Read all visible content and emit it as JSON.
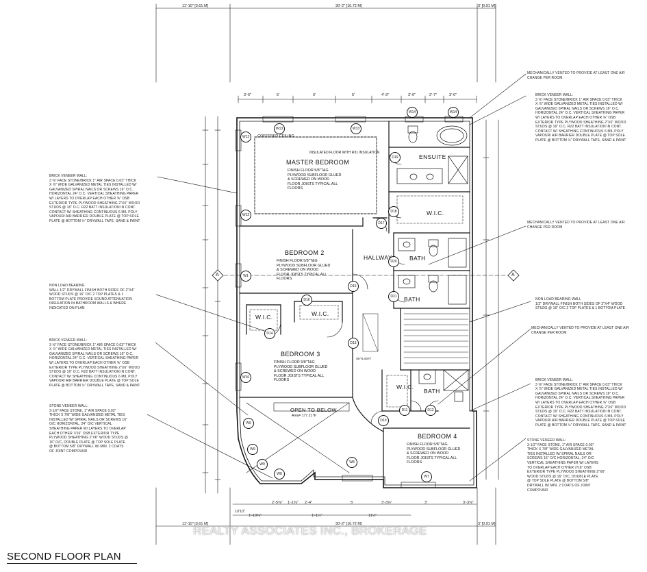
{
  "title": "SECOND FLOOR PLAN",
  "watermark": "REALTY ASSOCIATES INC., BROKERAGE",
  "rooms": {
    "master": {
      "name": "MASTER BEDROOM",
      "floor": "FINISH FLOOR 5/8\"T&G\nPLYWOOD SUBFLOOR GLUED\n& SCREWED ON WOOD\nFLOOR JOISTS TYPICAL ALL\nFLOORS"
    },
    "bedroom2": {
      "name": "BEDROOM 2",
      "floor": "FINISH FLOOR 5/8\"T&G\nPLYWOOD SUBFLOOR GLUED\n& SCREWED ON WOOD\nFLOOR JOISTS TYPICAL ALL\nFLOORS"
    },
    "bedroom3": {
      "name": "BEDROOM 3",
      "floor": "FINISH FLOOR 5/8\"T&G\nPLYWOOD SUBFLOOR GLUED\n& SCREWED ON WOOD\nFLOOR JOISTS TYPICAL ALL\nFLOORS"
    },
    "bedroom4": {
      "name": "BEDROOM 4",
      "floor": "FINISH FLOOR 5/8\"T&G\nPLYWOOD SUBFLOOR GLUED\n& SCREWED ON WOOD\nFLOOR JOISTS TYPICAL ALL\nFLOORS"
    }
  },
  "labels": {
    "ensuite": "ENSUITE",
    "wic_master": "W.I.C.",
    "hallway": "HALLWAY",
    "bath1": "BATH",
    "bath2": "BATH",
    "bath3": "BATH",
    "wic_b3a": "W.I.C.",
    "wic_b3b": "W.I.C.",
    "wic_b4": "W.I.C.",
    "open_to_below": "OPEN TO BELOW",
    "open_area": "Area= 177.21 ft²",
    "coffered": "COFFERED CEILING",
    "insulated_floor": "INSULATED FLOOR WITH R31 INSULATION",
    "skylight": "SKYLIGHT"
  },
  "notes": {
    "left_brick_top": "BRICK VENEER WALL:\n3 ⅝\" FACE STONE/BRICK 1\" AIR SPACE 0.03\" THICK\nX ⅞\" WIDE GALVANIZED METAL TIES INSTALLED W/\nGALVANIZED SPIRAL NAILS OR SCREWS 16\" O.C.\nHORIZONTAL 24\" O.C. VERTICAL SHEATHING PAPER\nW/ LAYERS TO OVERLAP EACH OTHER ⅜\" OSB\nEXTERIOR TYPE PLYWOOD SHEATHING 2\"X6\" WOOD\nSTUDS @ 16\" O.C. R22 BATT INSULATION IN CONT.\nCONTACT W/ SHEATHING CONTINUOUS 6 MIL POLY\nVAPOUR/ AIR BARRIER DOUBLE PLATE @ TOP SOLE\nPLATE @ BOTTOM ½\" DRYWALL TAPE, SAND & PAINT",
    "left_nonload": "NON LOAD BEARING\nWALL 1/2\" DRYWALL FINISH BOTH SIDES OF 2\"X4\"\nWOOD STUDS @ 16\" O/C 2 TOP PLATES & 1\nBOTTOM PLATE PROVIDE SOUND ATTENUATION\nINSULATION IN BATHROOM WALLS & WHERE\nINDICATED ON PLAN",
    "left_brick_mid": "BRICK VENEER WALL:\n3 ⅝\" FACE STONE/BRICK 1\" AIR SPACE 0.03\" THICK\nX ⅞\" WIDE GALVANIZED METAL TIES INSTALLED W/\nGALVANIZED SPIRAL NAILS OR SCREWS 16\" O.C.\nHORIZONTAL 24\" O.C. VERTICAL SHEATHING PAPER\nW/ LAYERS TO OVERLAP EACH OTHER ⅜\" OSB\nEXTERIOR TYPE PLYWOOD SHEATHING 2\"X6\" WOOD\nSTUDS @ 16\" O.C. R22 BATT INSULATION IN CONT.\nCONTACT W/ SHEATHING CONTINUOUS 6 MIL POLY\nVAPOUR/ AIR BARRIER DOUBLE PLATE @ TOP SOLE\nPLATE @ BOTTOM ½\" DRYWALL TAPE, SAND & PAINT",
    "left_stone": "STONE VENEER WALL:\n3-1/2\" FACE STONE, 1\" AIR SPACE 0.03\"\nTHICK X 7/8\" WIDE GALVANIZED METAL TIES\nINSTALLED W/ SPIRAL NAILS OR SCREWS 16\"\nO/C HORIZONTAL, 24\" O/C VERTICAL\nSHEATHING PAPER W/ LAYERS TO OVERLAP\nEACH OTHER 7/16\" OSB EXTERIOR TYPE\nPLYWOOD SHEATHING 2\"X6\" WOOD STUDS @\n16\" O/C, DOUBLE PLATE @ TOP SOLE PLATE\n@ BOTTOM 5/8\" DRYWALL W/ MIN. 2 COATS\nOF JOINT COMPOUND",
    "right_vent1": "MECHANICALLY VENTED TO PROVIDE AT LEAST ONE AIR\nCHANGE PER ROOM",
    "right_brick_top": "BRICK VENEER WALL:\n3 ⅝\" FACE STONE/BRICK 1\" AIR SPACE 0.03\" THICK\nX ⅞\" WIDE GALVANIZED METAL TIES INSTALLED W/\nGALVANIZED SPIRAL NAILS OR SCREWS 16\" O.C.\nHORIZONTAL 24\" O.C. VERTICAL SHEATHING PAPER\nW/ LAYERS TO OVERLAP EACH OTHER ⅜\" OSB\nEXTERIOR TYPE PLYWOOD SHEATHING 2\"X6\" WOOD\nSTUDS @ 16\" O.C. R22 BATT INSULATION IN CONT.\nCONTACT W/ SHEATHING CONTINUOUS 6 MIL POLY\nVAPOUR/ AIR BARRIER DOUBLE PLATE @ TOP SOLE\nPLATE @ BOTTOM ½\" DRYWALL TAPE, SAND & PAINT",
    "right_vent2": "MECHANICALLY VENTED TO PROVIDE AT LEAST ONE AIR\nCHANGE PER ROOM",
    "right_nonload": "NON LOAD BEARING WALL\n1/2\" DRYWALL FINISH BOTH SIDES OF 2\"X4\" WOOD\nSTUDS @ 16\" O/C 2 TOP PLATES & 1 BOTTOM PLATE",
    "right_vent3": "MECHANICALLY VENTED TO PROVIDE AT LEAST ONE AIR\nCHANGE PER ROOM",
    "right_brick_mid": "BRICK VENEER WALL:\n3 ⅝\" FACE STONE/BRICK 1\" AIR SPACE 0.03\" THICK\nX ⅞\" WIDE GALVANIZED METAL TIES INSTALLED W/\nGALVANIZED SPIRAL NAILS OR SCREWS 16\" O.C.\nHORIZONTAL 24\" O.C. VERTICAL SHEATHING PAPER\nW/ LAYERS TO OVERLAP EACH OTHER ⅜\" OSB\nEXTERIOR TYPE PLYWOOD SHEATHING 2\"X6\" WOOD\nSTUDS @ 16\" O.C. R22 BATT INSULATION IN CONT.\nCONTACT W/ SHEATHING CONTINUOUS 6 MIL POLY\nVAPOUR/ AIR BARRIER DOUBLE PLATE @ TOP SOLE\nPLATE @ BOTTOM ½\" DRYWALL TAPE, SAND & PAINT",
    "right_stone": "STONE VENEER WALL:\n3-1/2\" FACE STONE, 1\" AIR SPACE 0.03\"\nTHICK X 7/8\" WIDE GALVANIZED METAL\nTIES INSTALLED W/ SPIRAL NAILS OR\nSCREWS 16\" O/C HORIZONTAL, 24\" O/C\nVERTICAL SHEATHING PAPER W/ LAYERS\nTO OVERLAP EACH OTHER 7/16\" OSB\nEXTERIOR TYPE PLYWOOD SHEATHING 2\"X6\"\nWOOD STUDS @ 16\" O/C, DOUBLE PLATE\n@ TOP SOLE PLATE @ BOTTOM 5/8\"\nDRYWALL W/ MIN. 2 COATS OF JOINT\nCOMPOUND"
  },
  "dimensions": {
    "top_overall": "30'-2\" [10.72 M]",
    "top_left": "11'-10\" [3.61 M]",
    "top_right": "3' [0.91 M]",
    "top_segments": [
      "3'-6\"",
      "5'",
      "6'",
      "5'",
      "4'-3\"",
      "3'-6\"",
      "2'-7\"",
      "3'-6\""
    ],
    "bottom_overall": "30'-2\" [10.72 M]",
    "bottom_left": "11'-10\" [3.61 M]",
    "bottom_right": "3' [0.91 M]",
    "bottom_segments": [
      "10'10\"",
      "1'-10⅜\"",
      "2'-5⅜\"",
      "1'-1⅜\"",
      "2'-4\"",
      "1'-1½\"",
      "5'",
      "3'-3⅝\"",
      "11½\"",
      "3'",
      "3'-3⅝\""
    ]
  },
  "tags": {
    "windows": [
      "W13",
      "W13",
      "W14",
      "W14",
      "W12",
      "W12",
      "W1",
      "W10",
      "W9",
      "W9",
      "W9",
      "W8",
      "W8",
      "W7"
    ],
    "doors": [
      "D19",
      "D18",
      "D17",
      "D20",
      "D21",
      "D15",
      "D16",
      "D14",
      "D13",
      "D10",
      "D11",
      "D12"
    ]
  },
  "markers": {
    "section": "A"
  }
}
